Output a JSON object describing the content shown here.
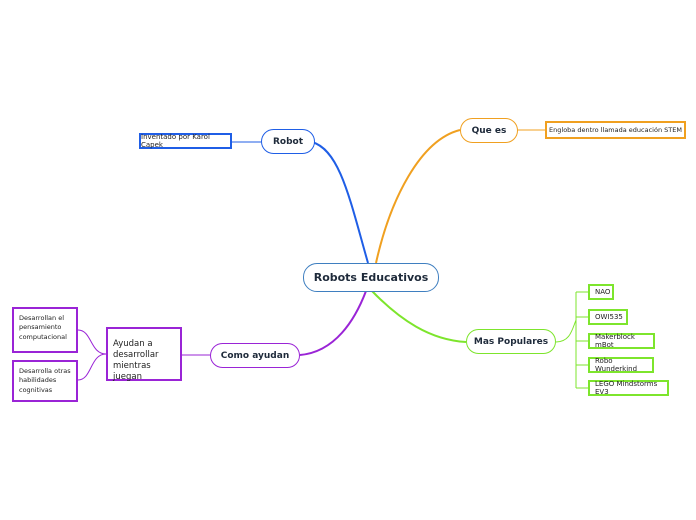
{
  "root": {
    "label": "Robots Educativos"
  },
  "branches": {
    "robot": {
      "label": "Robot",
      "color": "#1f5ee6",
      "child": "Inventado por Karol Capek"
    },
    "que_es": {
      "label": "Que es",
      "color": "#f0a020",
      "child": "Engloba dentro llamada educación STEM"
    },
    "como_ayudan": {
      "label": "Como ayudan",
      "color": "#9a24d6",
      "sub": "Ayudan a\ndesarrollar\nmientras juegan",
      "leaves": [
        "Desarrollan el\npensamiento\ncomputacional",
        "Desarrolla otras\nhabilidades\ncognitivas"
      ]
    },
    "mas_populares": {
      "label": "Mas Populares",
      "color": "#7de52c",
      "items": [
        "NAO",
        "OWI535",
        "Makerblock mBot",
        "Robo Wunderkind",
        "LEGO Mindstorms EV3"
      ]
    }
  }
}
